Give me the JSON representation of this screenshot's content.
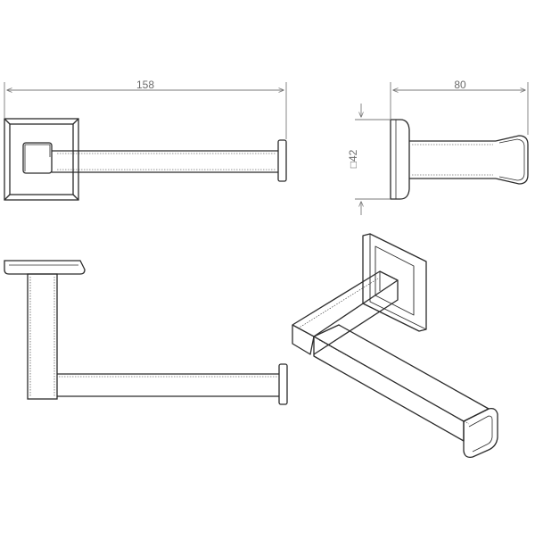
{
  "dimensions": {
    "width_label": "158",
    "depth_label": "80",
    "base_label": "□42"
  },
  "colors": {
    "line": "#2b2b2b",
    "dimension_line": "#7a7a7a",
    "dimension_text": "#6b6b6b",
    "background": "#ffffff"
  }
}
